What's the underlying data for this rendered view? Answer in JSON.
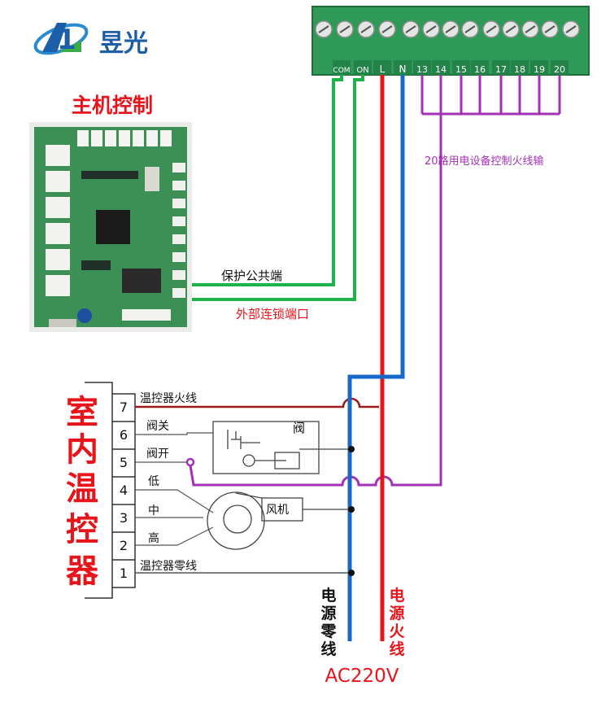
{
  "brand": {
    "name": "昱光",
    "logo_mark": "1"
  },
  "host_controller": {
    "title": "主机控制"
  },
  "terminal_block": {
    "labels": [
      "COM",
      "ON",
      "L",
      "N",
      "13",
      "14",
      "15",
      "16",
      "17",
      "18",
      "19",
      "20"
    ]
  },
  "wire_labels": {
    "protection_common": "保护公共端",
    "external_interlock": "外部连锁端口",
    "device_control_live": "20路用电设备控制火线输"
  },
  "thermostat": {
    "title_chars": [
      "室",
      "内",
      "温",
      "控",
      "器"
    ],
    "pins": [
      {
        "num": "7",
        "label": "温控器火线"
      },
      {
        "num": "6",
        "label": "阀关"
      },
      {
        "num": "5",
        "label": "阀开"
      },
      {
        "num": "4",
        "label": "低"
      },
      {
        "num": "3",
        "label": "中"
      },
      {
        "num": "2",
        "label": "高"
      },
      {
        "num": "1",
        "label": "温控器零线"
      }
    ]
  },
  "valve": {
    "label": "阀"
  },
  "fan": {
    "label": "风机"
  },
  "power": {
    "neutral_chars": [
      "电",
      "源",
      "零",
      "线"
    ],
    "live_chars": [
      "电",
      "源",
      "火",
      "线"
    ],
    "voltage": "AC220V"
  },
  "colors": {
    "green_wire": "#1fb24a",
    "red_wire": "#e8141b",
    "blue_wire": "#1769c9",
    "purple_wire": "#a331b5",
    "dark_red_wire": "#9b1b1b",
    "title_red": "#e8141b",
    "pcb_green": "#3c8f55",
    "terminal_green": "#2f9a57"
  }
}
